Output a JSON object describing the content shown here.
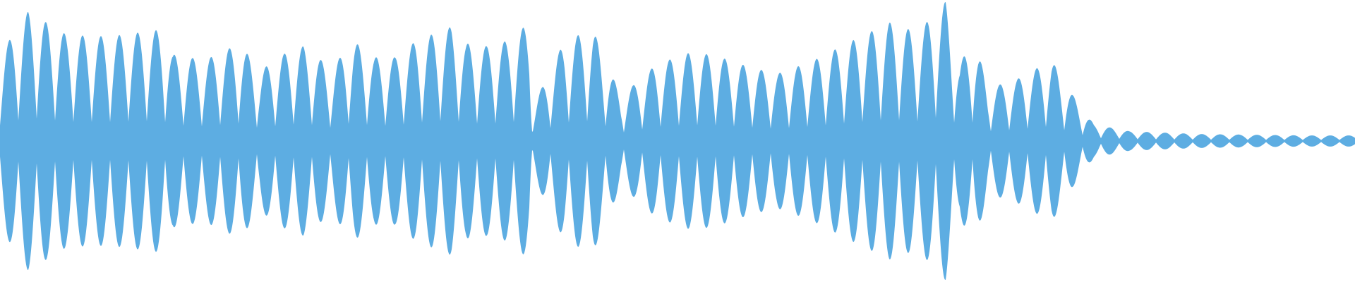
{
  "waveform": {
    "color": "#5dade2",
    "amplitude_envelope": [
      [
        0,
        0.62
      ],
      [
        40,
        0.93
      ],
      [
        95,
        0.76
      ],
      [
        155,
        0.75
      ],
      [
        230,
        0.8
      ],
      [
        245,
        0.62
      ],
      [
        290,
        0.58
      ],
      [
        340,
        0.7
      ],
      [
        368,
        0.5
      ],
      [
        400,
        0.62
      ],
      [
        430,
        0.68
      ],
      [
        470,
        0.52
      ],
      [
        500,
        0.72
      ],
      [
        530,
        0.6
      ],
      [
        560,
        0.6
      ],
      [
        590,
        0.72
      ],
      [
        640,
        0.82
      ],
      [
        660,
        0.7
      ],
      [
        690,
        0.68
      ],
      [
        720,
        0.72
      ],
      [
        750,
        0.85
      ],
      [
        755,
        0.25
      ],
      [
        800,
        0.72
      ],
      [
        840,
        0.8
      ],
      [
        880,
        0.32
      ],
      [
        930,
        0.55
      ],
      [
        975,
        0.63
      ],
      [
        1010,
        0.62
      ],
      [
        1050,
        0.55
      ],
      [
        1100,
        0.48
      ],
      [
        1150,
        0.57
      ],
      [
        1200,
        0.7
      ],
      [
        1260,
        0.85
      ],
      [
        1300,
        0.78
      ],
      [
        1340,
        1.0
      ],
      [
        1360,
        0.55
      ],
      [
        1380,
        0.75
      ],
      [
        1400,
        0.38
      ],
      [
        1440,
        0.44
      ],
      [
        1490,
        0.58
      ],
      [
        1520,
        0.33
      ],
      [
        1550,
        0.12
      ],
      [
        1600,
        0.07
      ],
      [
        1700,
        0.05
      ],
      [
        1850,
        0.04
      ],
      [
        1920,
        0.04
      ]
    ]
  }
}
